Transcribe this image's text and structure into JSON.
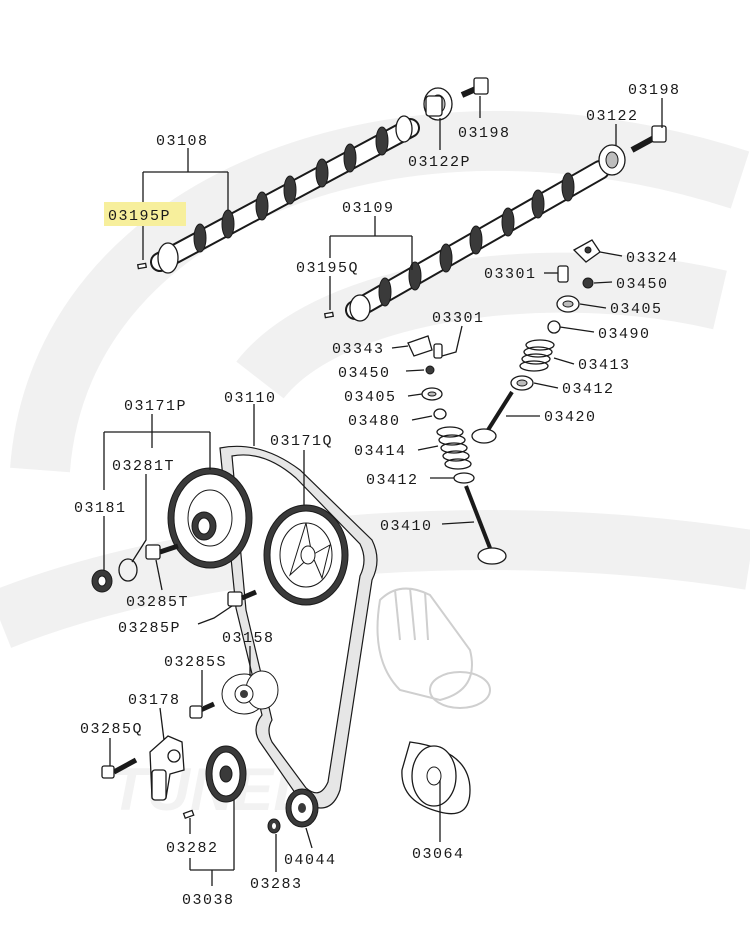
{
  "diagram": {
    "highlight_color": "#f7ef9c",
    "watermark_text": "TUNED"
  },
  "labels": {
    "l03108": "03108",
    "l03195P": "03195P",
    "l03198a": "03198",
    "l03122P": "03122P",
    "l03198b": "03198",
    "l03122": "03122",
    "l03109": "03109",
    "l03195Q": "03195Q",
    "l03324": "03324",
    "l03301a": "03301",
    "l03450a": "03450",
    "l03405a": "03405",
    "l03490": "03490",
    "l03301b": "03301",
    "l03343": "03343",
    "l03413": "03413",
    "l03450b": "03450",
    "l03412a": "03412",
    "l03405b": "03405",
    "l03420": "03420",
    "l03480": "03480",
    "l03414": "03414",
    "l03412b": "03412",
    "l03410": "03410",
    "l03171P": "03171P",
    "l03110": "03110",
    "l03171Q": "03171Q",
    "l03281T": "03281T",
    "l03181": "03181",
    "l03285T": "03285T",
    "l03285P": "03285P",
    "l03158": "03158",
    "l03285S": "03285S",
    "l03178": "03178",
    "l03285Q": "03285Q",
    "l03282": "03282",
    "l03038": "03038",
    "l03283": "03283",
    "l04044": "04044",
    "l03064": "03064"
  }
}
